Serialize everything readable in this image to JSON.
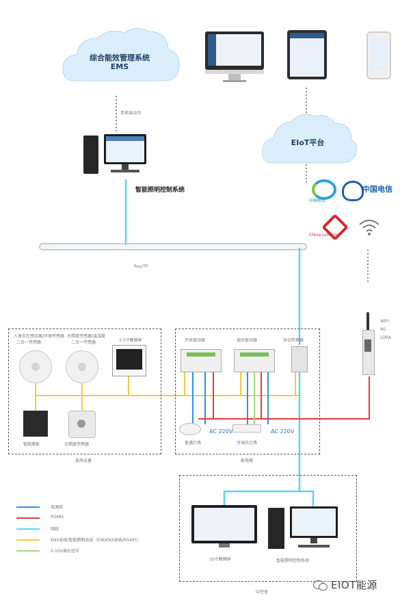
{
  "top": {
    "ems_cloud_line1": "综合能效管理系统",
    "ems_cloud_line2": "EMS",
    "upload_label": "手机端访问",
    "eiot_cloud": "EIoT平台",
    "control_system": "智能照明控制系统",
    "bus_label": "Ray/TP",
    "china_mobile": "中国移动",
    "china_telecom": "中国电信",
    "china_unicom": "China unicom"
  },
  "wireless": {
    "label1": "WIFI",
    "label2": "4G",
    "label3": "LORA"
  },
  "field": {
    "box_label": "现场设备",
    "sensor1_line1": "人体存在感应器/环境传感器",
    "sensor1_line2": "二合一传感器",
    "sensor2_line1": "光照度传感器/温湿度",
    "sensor2_line2": "二合一传感器",
    "panel_label": "3.5寸触摸屏",
    "switch_label": "智能面板",
    "light_sensor_label": "光照度传感器"
  },
  "cabinet": {
    "box_label": "配电箱",
    "relay_label": "开关驱动器",
    "dimmer_label": "调光驱动器",
    "gateway_label": "协议转换器",
    "lamp1_label": "普通灯具",
    "lamp2_label": "可调光灯具",
    "ac1": "AC 220V",
    "ac2": "AC 220V"
  },
  "control_room": {
    "box_label": "中控室",
    "touch_label": "10寸触摸屏",
    "pc_label": "智能照明控制系统"
  },
  "legend": {
    "items": [
      {
        "label": "电源线",
        "color": "#2f8fe0"
      },
      {
        "label": "RS485",
        "color": "#e23a3a"
      },
      {
        "label": "网线",
        "color": "#5fd3ea"
      },
      {
        "label": "KNX总线/智能照明总线（EIB/KNX总线/RS485）",
        "color": "#f2c94c"
      },
      {
        "label": "0-10V调光信号",
        "color": "#9be07a"
      }
    ]
  },
  "brand": {
    "text": "EIOT能源"
  },
  "colors": {
    "power": "#2f8fe0",
    "rs485": "#e23a3a",
    "network": "#5fd3ea",
    "bus": "#f2c94c",
    "cloud": "#dbeefb"
  }
}
